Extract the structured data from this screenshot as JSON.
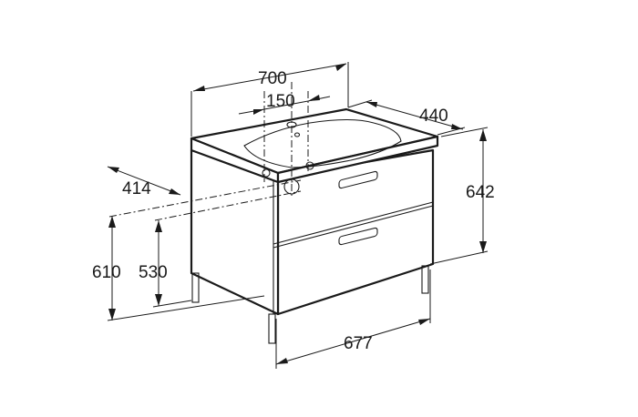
{
  "dimensions": {
    "width_total": "700",
    "tap_offset": "150",
    "depth": "440",
    "height_total": "642",
    "drain_depth": "414",
    "height_to_basin": "610",
    "height_to_cabinet": "530",
    "cabinet_width": "677"
  },
  "colors": {
    "line": "#1a1a1a",
    "fill": "#ffffff"
  }
}
